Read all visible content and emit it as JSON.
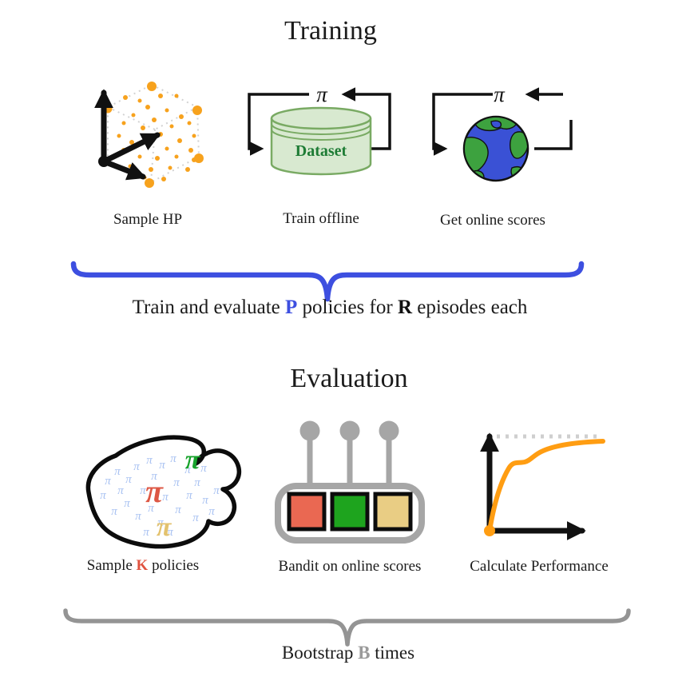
{
  "glyphs": {
    "pi": "π"
  },
  "colors": {
    "accent_blue": "#3d4fe0",
    "accent_gray": "#949494",
    "accent_red": "#e0523f",
    "policy_green": "#18a32c",
    "policy_yellow": "#e3c26e",
    "scatter_orange": "#f7a21d",
    "curve_orange": "#ff9d12"
  },
  "training": {
    "title": "Training",
    "steps": [
      {
        "label": "Sample HP"
      },
      {
        "label": "Train offline",
        "dataset_label": "Dataset"
      },
      {
        "label": "Get online scores"
      }
    ],
    "caption": {
      "part1": "Train and evaluate ",
      "p": "P",
      "part2": " policies for ",
      "r": "R",
      "part3": " episodes each"
    }
  },
  "evaluation": {
    "title": "Evaluation",
    "steps": [
      {
        "label_pre": "Sample ",
        "label_k": "K",
        "label_post": " policies"
      },
      {
        "label": "Bandit on online scores"
      },
      {
        "label": "Calculate Performance"
      }
    ],
    "caption": {
      "part1": "Bootstrap ",
      "b": "B",
      "part2": " times"
    }
  }
}
